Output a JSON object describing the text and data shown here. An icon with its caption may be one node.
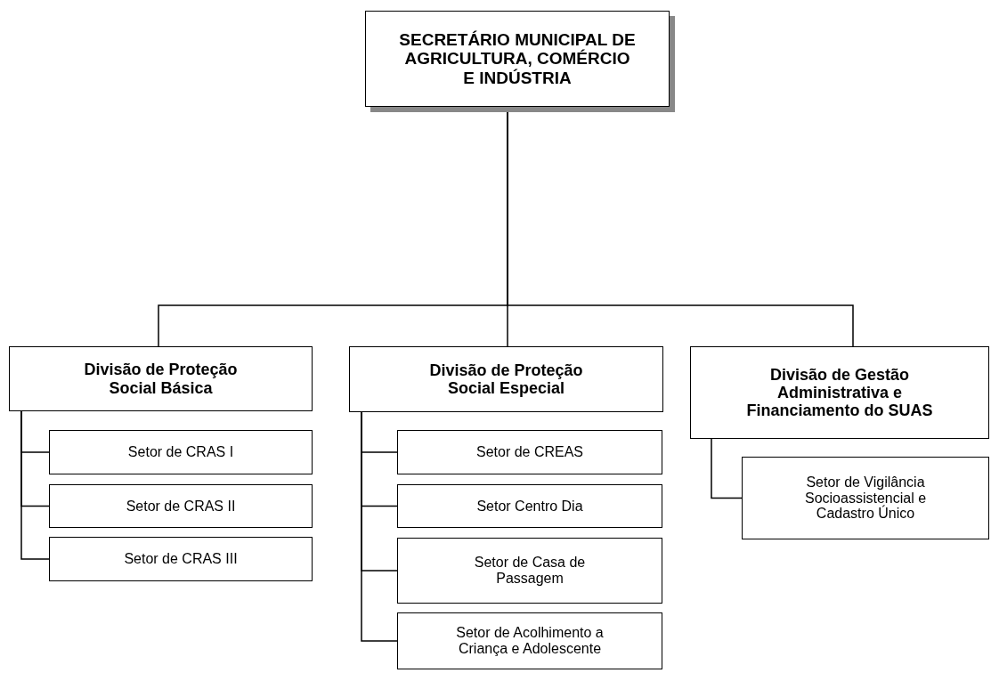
{
  "diagram": {
    "nodes": [
      {
        "text": [
          "SECRETÁRIO MUNICIPAL DE AGRICULTURA, COMÉRCIO E INDÚSTRIA"
        ]
      },
      {
        "text": [
          "Divisão de Proteção Social Básica"
        ]
      },
      {
        "text": [
          "Setor de CRAS I"
        ]
      },
      {
        "text": [
          "Setor de CRAS II"
        ]
      },
      {
        "text": [
          "Setor de CRAS III"
        ]
      },
      {
        "text": [
          "Divisão de Proteção Social Especial"
        ]
      },
      {
        "text": [
          "Setor de CREAS"
        ]
      },
      {
        "text": [
          "Setor Centro Dia"
        ]
      },
      {
        "text": [
          "Setor de Casa de Passagem"
        ]
      },
      {
        "text": [
          "Setor de Acolhimento a Criança e Adolescente"
        ]
      },
      {
        "text": [
          "Divisão de Gestão Administrativa e Financiamento do SUAS"
        ]
      },
      {
        "text": [
          "Setor de Vigilância Socioassistencial e Cadastro Único"
        ]
      }
    ],
    "edges": [
      {
        "from": 0,
        "to": 1,
        "arrow": "none"
      },
      {
        "from": 0,
        "to": 5,
        "arrow": "none"
      },
      {
        "from": 0,
        "to": 10,
        "arrow": "none"
      },
      {
        "from": 1,
        "to": 2,
        "arrow": "none"
      },
      {
        "from": 1,
        "to": 3,
        "arrow": "none"
      },
      {
        "from": 1,
        "to": 4,
        "arrow": "none"
      },
      {
        "from": 5,
        "to": 6,
        "arrow": "none"
      },
      {
        "from": 5,
        "to": 7,
        "arrow": "none"
      },
      {
        "from": 5,
        "to": 8,
        "arrow": "none"
      },
      {
        "from": 5,
        "to": 9,
        "arrow": "none"
      },
      {
        "from": 10,
        "to": 11,
        "arrow": "none"
      }
    ]
  }
}
